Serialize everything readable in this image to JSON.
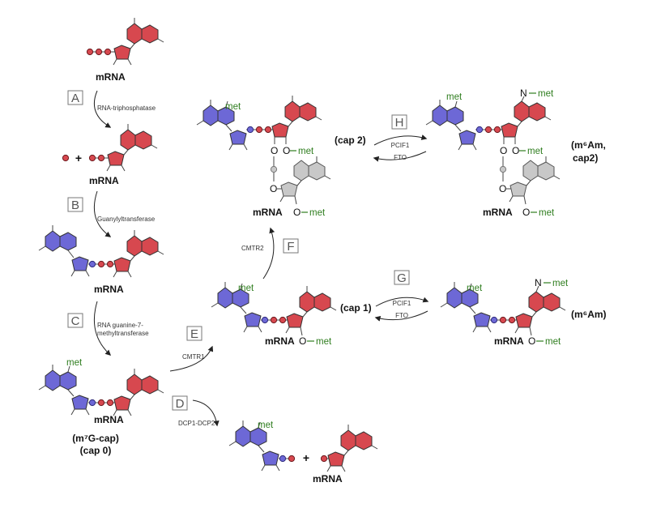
{
  "colors": {
    "red": "#d7484f",
    "blue": "#6d68d6",
    "gray": "#c8c8c8",
    "green": "#2e7d1e"
  },
  "labels": {
    "mrna": "mRNA",
    "met": "met",
    "O": "O",
    "N": "N",
    "plus": "+",
    "m7g_line1": "(m⁷G-cap)",
    "m7g_line2": "(cap 0)",
    "cap1": "(cap 1)",
    "cap2": "(cap 2)",
    "m6am": "(m⁶Am)",
    "m6am_cap2_line1": "(m⁶Am,",
    "m6am_cap2_line2": "cap2)"
  },
  "steps": [
    {
      "id": "A",
      "enzyme": [
        "RNA-triphosphatase"
      ]
    },
    {
      "id": "B",
      "enzyme": [
        "Guanylyltransferase"
      ]
    },
    {
      "id": "C",
      "enzyme": [
        "RNA guanine-7-",
        "methyltransferase"
      ]
    },
    {
      "id": "D",
      "enzyme": [
        "DCP1-DCP2"
      ]
    },
    {
      "id": "E",
      "enzyme": [
        "CMTR1"
      ]
    },
    {
      "id": "F",
      "enzyme": [
        "CMTR2"
      ]
    },
    {
      "id": "G",
      "forward": "PCIF1",
      "reverse": "FTO"
    },
    {
      "id": "H",
      "forward": "PCIF1",
      "reverse": "FTO"
    }
  ]
}
